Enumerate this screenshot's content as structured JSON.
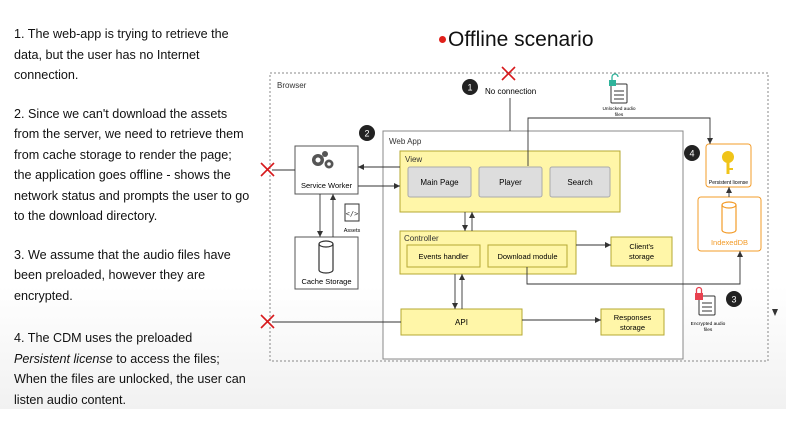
{
  "title": "Offline scenario",
  "steps": [
    "1. The web-app is trying to retrieve the data, but the user has no Internet connection.",
    "2. Since we can't download the assets from the server, we need to retrieve them from cache storage to render the page; the application goes offline - shows the network status and prompts the user to go to the download directory.",
    "3. We assume that the audio files have been preloaded, however they are encrypted."
  ],
  "step4": {
    "prefix": "4. The CDM uses the preloaded ",
    "emph": "Persistent license",
    "suffix": " to access the files; When the files are unlocked, the user can listen audio content."
  },
  "diagram": {
    "browser": "Browser",
    "webapp": "Web App",
    "view": "View",
    "main_page": "Main Page",
    "player": "Player",
    "search": "Search",
    "controller": "Controller",
    "events_handler": "Events handler",
    "download_module": "Download module",
    "clients_storage_1": "Client's",
    "clients_storage_2": "storage",
    "api": "API",
    "responses_storage_1": "Responses",
    "responses_storage_2": "storage",
    "service_worker": "Service Worker",
    "cache_storage": "Cache Storage",
    "assets": "Assets",
    "no_connection": "No connection",
    "unlocked_1": "Unlocked audio",
    "unlocked_2": "files",
    "persistent_license": "Persistent license",
    "indexeddb": "IndexedDB",
    "encrypted_1": "Encrypted audio",
    "encrypted_2": "files",
    "badge1": "1",
    "badge2": "2",
    "badge3": "3",
    "badge4": "4"
  },
  "colors": {
    "box_fill": "#fff6a8",
    "box_stroke": "#b5a832",
    "orange": "#f39c2a",
    "red_x": "#d7191c",
    "badge": "#222222",
    "gray_btn": "#dddddd",
    "lock_red": "#e8414f",
    "lock_green": "#2fb39b",
    "key": "#f0c419"
  }
}
